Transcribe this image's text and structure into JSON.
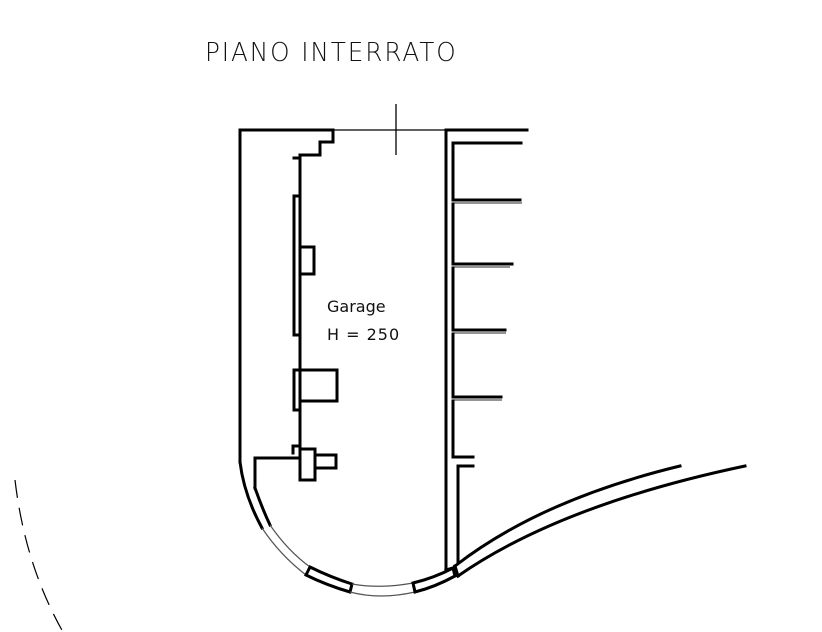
{
  "drawing": {
    "title": "PIANO INTERRATO",
    "room": {
      "name": "Garage",
      "height_label": "H = 250"
    },
    "colors": {
      "background": "#ffffff",
      "line": "#000000"
    },
    "elements": [
      "outer-wall-left",
      "inner-wall-stepped",
      "opening-top-with-axis-mark",
      "right-wall-with-parking-bays",
      "curved-south-wall-with-windows",
      "curved-ramp-walls",
      "dashed-arc-left"
    ],
    "parking_bays": 5
  }
}
